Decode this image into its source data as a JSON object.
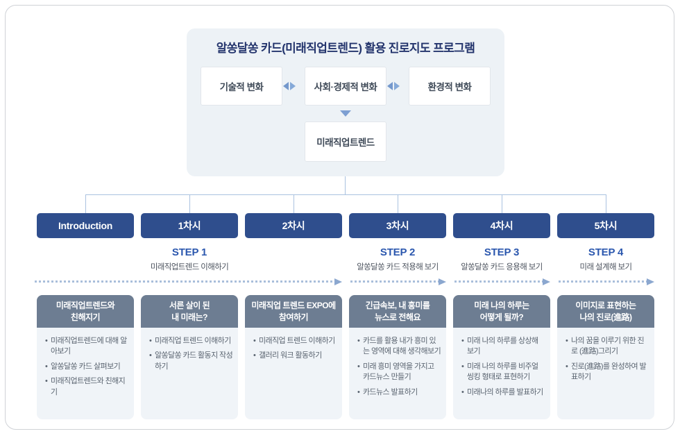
{
  "program": {
    "title": "알쏭달쏭 카드(미래직업트렌드) 활용 진로지도 프로그램",
    "change_boxes": [
      "기술적 변화",
      "사회·경제적 변화",
      "환경적 변화"
    ],
    "result_box": "미래직업트렌드"
  },
  "sessions": [
    {
      "label": "Introduction"
    },
    {
      "label": "1차시"
    },
    {
      "label": "2차시"
    },
    {
      "label": "3차시"
    },
    {
      "label": "4차시"
    },
    {
      "label": "5차시"
    }
  ],
  "steps": [
    {
      "label": "STEP 1",
      "subtitle": "미래직업트렌드 이해하기"
    },
    {
      "label": "STEP 2",
      "subtitle": "알쏭달쏭 카드 적용해 보기"
    },
    {
      "label": "STEP 3",
      "subtitle": "알쏭달쏭 카드 응용해 보기"
    },
    {
      "label": "STEP 4",
      "subtitle": "미래 설계해 보기"
    }
  ],
  "columns": [
    {
      "title": "미래직업트렌드와\n친해지기",
      "items": [
        "미래직업트렌드에 대해 알아보기",
        "알쏭달쏭 카드 살펴보기",
        "미래직업트렌드와 친해지기"
      ]
    },
    {
      "title": "서른 살이 된\n내 미래는?",
      "items": [
        "미래직업 트렌드 이해하기",
        "알쏭달쏭 카드 활동지 작성하기"
      ]
    },
    {
      "title": "미래직업 트렌드 EXPO에\n참여하기",
      "items": [
        "미래직업 트렌드 이해하기",
        "갤러리 워크 활동하기"
      ]
    },
    {
      "title": "긴급속보, 내 흥미를\n뉴스로 전해요",
      "items": [
        "카드를 활용 내가 흥미 있는 영역에 대해 생각해보기",
        "미래 흥미 영역을 가지고 카드뉴스 만들기",
        "카드뉴스 발표하기"
      ]
    },
    {
      "title": "미래 나의 하루는\n어떻게 될까?",
      "items": [
        "미래 나의 하루를 상상해 보기",
        "미래 나의 하루를 비주얼 씽킹 형태로 표현하기",
        "미래나의 하루를 발표하기"
      ]
    },
    {
      "title": "이미지로 표현하는\n나의 진로(進路)",
      "items": [
        "나의 꿈을 이루기 위한 진로 (進路)그리기",
        "진로(進路)를 완성하여 발표하기"
      ]
    }
  ],
  "colors": {
    "session_button": "#2f4e8d",
    "column_header": "#6d7d92",
    "step_accent": "#2b57ae",
    "title_navy": "#24356d",
    "panel_bg": "#edf2f6",
    "list_bg": "#f0f4f8",
    "connector": "#aac2e0",
    "dash_arrow": "#a9bedb"
  }
}
